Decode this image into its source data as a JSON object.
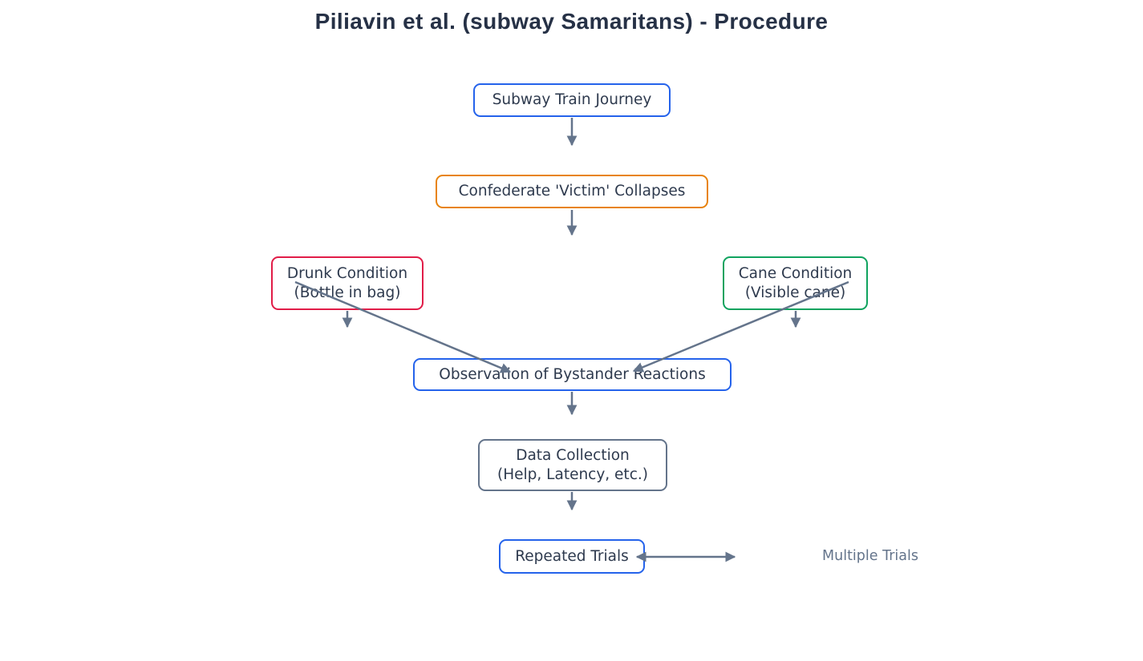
{
  "title": "Piliavin et al. (subway Samaritans) - Procedure",
  "nodes": {
    "subway_train_journey": {
      "label": "Subway Train Journey",
      "border_color": "#2563eb"
    },
    "confederate_victim_collapses": {
      "label": "Confederate 'Victim' Collapses",
      "border_color": "#e8830d"
    },
    "drunk_condition": {
      "line1": "Drunk Condition",
      "line2": "(Bottle in bag)",
      "border_color": "#e11d48"
    },
    "cane_condition": {
      "line1": "Cane Condition",
      "line2": "(Visible cane)",
      "border_color": "#10a35f"
    },
    "observation_of_bystander_reactions": {
      "label": "Observation of Bystander Reactions",
      "border_color": "#2563eb"
    },
    "data_collection": {
      "line1": "Data Collection",
      "line2": "(Help, Latency, etc.)",
      "border_color": "#64748b"
    },
    "repeated_trials": {
      "label": "Repeated Trials",
      "border_color": "#2563eb"
    }
  },
  "annotations": {
    "multiple_trials_label": "Multiple Trials"
  },
  "edges": [
    {
      "from": "subway_train_journey",
      "to": "confederate_victim_collapses",
      "bidirectional": false
    },
    {
      "from": "confederate_victim_collapses",
      "to": "conditions_split",
      "bidirectional": false
    },
    {
      "from": "drunk_condition",
      "to": "observation_of_bystander_reactions",
      "bidirectional": false
    },
    {
      "from": "cane_condition",
      "to": "observation_of_bystander_reactions",
      "bidirectional": false
    },
    {
      "from": "observation_of_bystander_reactions",
      "to": "data_collection",
      "bidirectional": false
    },
    {
      "from": "data_collection",
      "to": "repeated_trials",
      "bidirectional": false
    },
    {
      "from": "repeated_trials",
      "to": "multiple_trials_label",
      "bidirectional": true
    }
  ],
  "colors": {
    "background": "#ffffff",
    "title_text": "#263146",
    "node_text": "#2e3a4e",
    "node_fill": "#ffffff",
    "arrow": "#64748b",
    "blue_border": "#2563eb",
    "orange_border": "#e8830d",
    "red_border": "#e11d48",
    "green_border": "#10a35f",
    "slate_border": "#64748b",
    "annotation_text": "#64748b"
  }
}
